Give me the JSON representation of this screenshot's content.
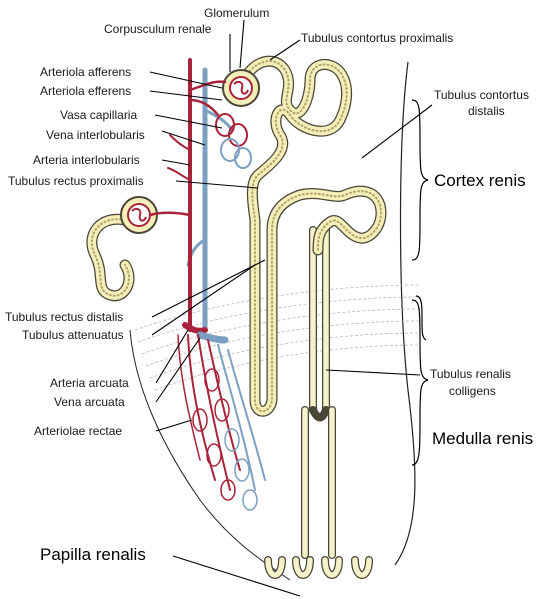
{
  "labels": {
    "glomerulum": "Glomerulum",
    "corpusculum_renale": "Corpusculum renale",
    "tubulus_contortus_proximalis": "Tubulus contortus proximalis",
    "arteriola_afferens": "Arteriola afferens",
    "arteriola_efferens": "Arteriola efferens",
    "vasa_capillaria": "Vasa capillaria",
    "vena_interlobularis": "Vena interlobularis",
    "arteria_interlobularis": "Arteria interlobularis",
    "tubulus_rectus_proximalis": "Tubulus rectus proximalis",
    "tubulus_contortus_distalis_line1": "Tubulus contortus",
    "tubulus_contortus_distalis_line2": "distalis",
    "cortex_renis": "Cortex renis",
    "tubulus_rectus_distalis": "Tubulus rectus distalis",
    "tubulus_attenuatus": "Tubulus attenuatus",
    "arteria_arcuata": "Arteria arcuata",
    "vena_arcuata": "Vena arcuata",
    "arteriolae_rectae": "Arteriolae rectae",
    "tubulus_renalis_colligens_line1": "Tubulus renalis",
    "tubulus_renalis_colligens_line2": "colligens",
    "medulla_renis": "Medulla renis",
    "papilla_renalis": "Papilla renalis"
  },
  "colors": {
    "artery": "#a8233a",
    "vein": "#7d9fc2",
    "tubule_fill": "#f4efb8",
    "tubule_wall": "#4a4636"
  }
}
